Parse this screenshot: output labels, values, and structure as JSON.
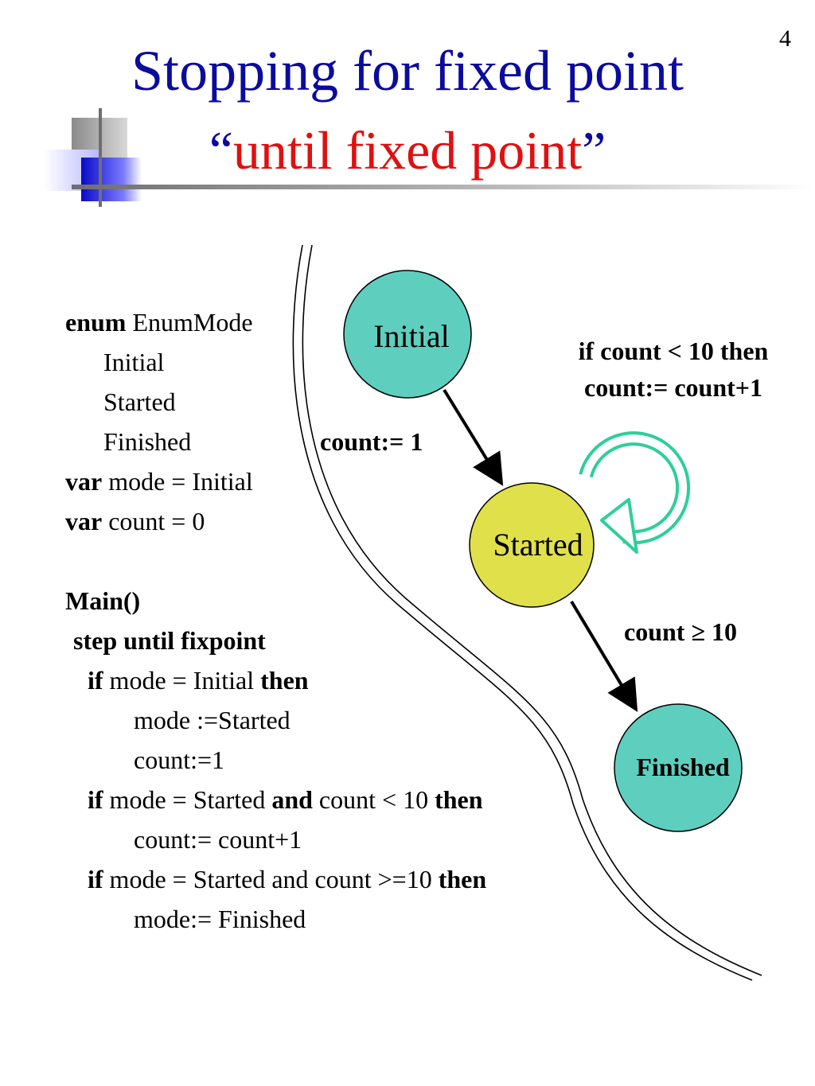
{
  "page_number": "4",
  "title": {
    "main": "Stopping for fixed point",
    "sub_open_quote": "“",
    "sub_text": "until fixed point",
    "sub_close_quote": "”"
  },
  "code": {
    "enum_kw": "enum",
    "enum_name": " EnumMode",
    "enum_values": [
      "Initial",
      "Started",
      "Finished"
    ],
    "var1_kw": "var",
    "var1_rest": " mode = Initial",
    "var2_kw": "var",
    "var2_rest": " count = 0",
    "main": "Main()",
    "step": "step until fixpoint",
    "if1_kw": "if",
    "if1_cond": " mode = Initial ",
    "if1_then": "then",
    "if1_body": [
      "mode :=Started",
      "count:=1"
    ],
    "if2_kw": "if",
    "if2_cond_a": " mode = Started ",
    "if2_and": "and",
    "if2_cond_b": " count < 10 ",
    "if2_then": "then",
    "if2_body": [
      "count:= count+1"
    ],
    "if3_kw": "if",
    "if3_cond": " mode = Started and count >=10 ",
    "if3_then": "then",
    "if3_body": [
      "mode:= Finished"
    ]
  },
  "diagram": {
    "states": {
      "initial": "Initial",
      "started": "Started",
      "finished": "Finished"
    },
    "edge_initial_started": "count:= 1",
    "loop_label_line1": "if count < 10 then",
    "loop_label_line2": "count:= count+1",
    "edge_started_finished": "count ≥ 10",
    "colors": {
      "initial_fill": "#5ecfbf",
      "started_fill": "#e0e04a",
      "finished_fill": "#5ecfbf",
      "loop_arrow": "#2ecf98",
      "title_blue": "#0b0b9e",
      "title_red": "#e01010"
    }
  }
}
